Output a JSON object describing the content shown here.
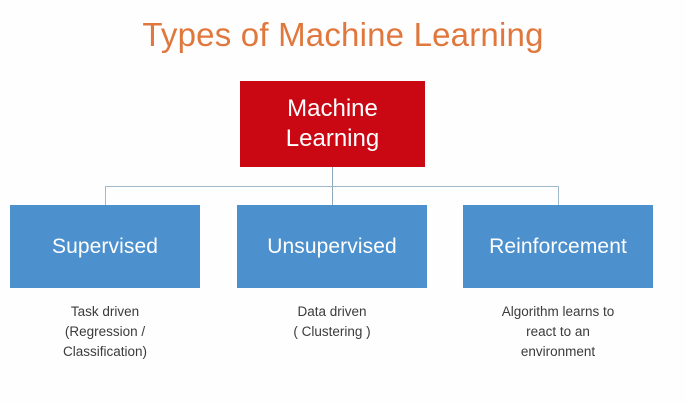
{
  "diagram": {
    "title": "Types of Machine Learning",
    "title_color": "#e0773d",
    "background_color": "#ffffff",
    "root": {
      "label": "Machine\nLearning",
      "box_color": "#ca0813",
      "text_color": "#ffffff"
    },
    "connector_color": "#9fb9cc",
    "branches": [
      {
        "label": "Supervised",
        "box_color": "#4c90cd",
        "text_color": "#ffffff",
        "caption": "Task driven\n(Regression /\nClassification)"
      },
      {
        "label": "Unsupervised",
        "box_color": "#4c90cd",
        "text_color": "#ffffff",
        "caption": "Data driven\n( Clustering )"
      },
      {
        "label": "Reinforcement",
        "box_color": "#4c90cd",
        "text_color": "#ffffff",
        "caption": "Algorithm learns to\nreact to an\nenvironment"
      }
    ]
  }
}
